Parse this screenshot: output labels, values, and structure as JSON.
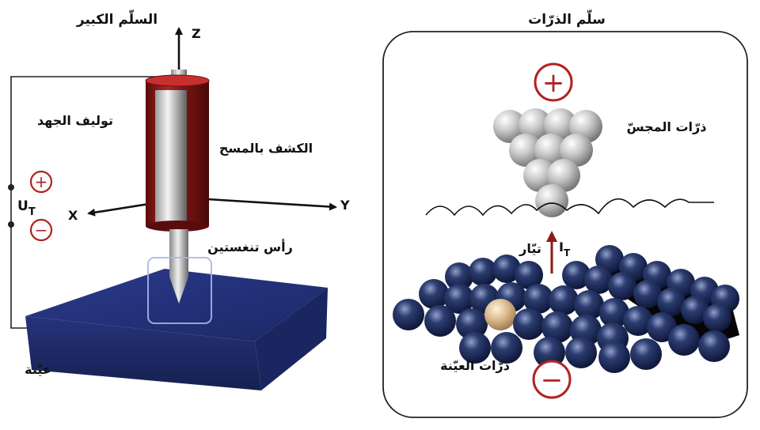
{
  "left_panel": {
    "title": "السلّم الكبير",
    "voltage_label": "توليف الجهد",
    "scanner_label": "الكشف بالمسح",
    "tip_label": "رأس تنغستين",
    "sample_label": "عيّنة",
    "voltage_symbol": "U",
    "voltage_subscript": "T",
    "plus_sign": "+",
    "minus_sign": "−",
    "axis_z": "Z",
    "axis_x": "X",
    "axis_y": "Y"
  },
  "right_panel": {
    "title": "سلّم الذرّات",
    "tip_atoms_label": "ذرّات المجسّ",
    "current_label": "تيّار",
    "current_symbol": "I",
    "current_subscript": "T",
    "sample_atoms_label": "ذرّات العيّنة",
    "plus_sign": "+",
    "minus_sign": "−"
  },
  "colors": {
    "scanner_red": "#8b1a1a",
    "sample_blue": "#22307a",
    "accent_red": "#b22222",
    "atom_blue": "#1c2a5a",
    "impurity_atom": "#d8b48a"
  }
}
